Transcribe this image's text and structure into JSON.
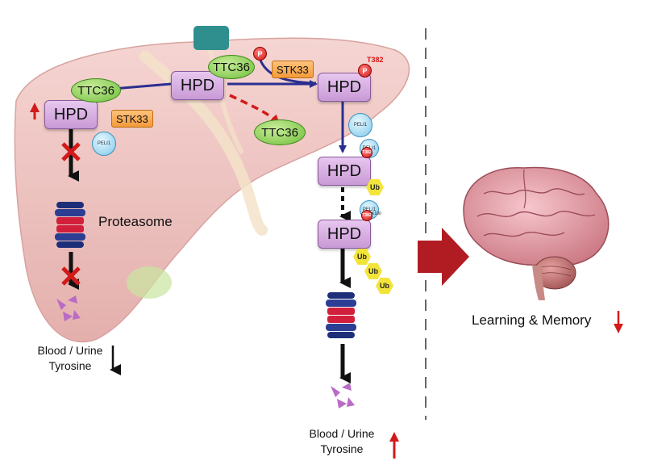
{
  "liver": {
    "hpd_center": "HPD",
    "ttc36_center": "TTC36",
    "stk33_center": "STK33",
    "phospho": "P",
    "hpd_left": "HPD",
    "ttc36_left": "TTC36",
    "stk33_left": "STK33",
    "peli1_left": "PELI1",
    "ttc36_released": "TTC36",
    "proteasome_label": "Proteasome",
    "blood_left_line1": "Blood / Urine",
    "blood_left_line2": "Tyrosine"
  },
  "right_pathway": {
    "hpd_1": "HPD",
    "t382": "T382",
    "phospho": "P",
    "peli1_1": "PELI1",
    "hpd_2": "HPD",
    "peli1_2": "PELI1",
    "t382_small": "T382",
    "ub_1": "Ub",
    "hpd_3": "HPD",
    "peli1_3": "PELI1",
    "t382_small_2": "T382",
    "k_small": "K100",
    "ub_a": "Ub",
    "ub_b": "Ub",
    "ub_c": "Ub",
    "blood_right_line1": "Blood / Urine",
    "blood_right_line2": "Tyrosine"
  },
  "brain": {
    "label": "Learning & Memory"
  },
  "colors": {
    "arrow_blue": "#2a2f8f",
    "arrow_red": "#d21a1a",
    "big_arrow": "#b01c22",
    "liver": "#eec2bf",
    "hpd": "#d9b1e4",
    "ttc36": "#8fd05a",
    "stk33": "#f7a64a"
  }
}
